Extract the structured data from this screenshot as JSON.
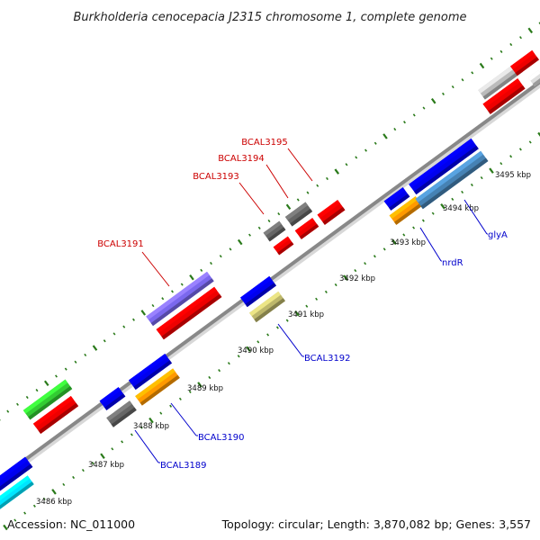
{
  "title": "Burkholderia cenocepacia J2315 chromosome 1, complete genome",
  "footer": {
    "accession": "Accession: NC_011000",
    "stats": "Topology: circular; Length: 3,870,082 bp; Genes: 3,557"
  },
  "colors": {
    "backbone": "#888888",
    "tick": "#2a7a1a",
    "forward_label": "#cc0000",
    "reverse_label": "#0000cc",
    "leader": "#cc0000",
    "leader_reverse": "#0000cc"
  },
  "ticks": [
    {
      "label": "3486 kbp"
    },
    {
      "label": "3487 kbp"
    },
    {
      "label": "3488 kbp"
    },
    {
      "label": "3489 kbp"
    },
    {
      "label": "3490 kbp"
    },
    {
      "label": "3491 kbp"
    },
    {
      "label": "3492 kbp"
    },
    {
      "label": "3493 kbp"
    },
    {
      "label": "3494 kbp"
    },
    {
      "label": "3495 kbp"
    }
  ],
  "features": [
    {
      "color": "#0000ee"
    },
    {
      "color": "#00e5ff"
    },
    {
      "color": "#33cc33"
    },
    {
      "color": "#ee0000"
    },
    {
      "color": "#0000ee"
    },
    {
      "color": "#666666"
    },
    {
      "color": "#0000ee"
    },
    {
      "color": "#ff9900"
    },
    {
      "color": "#7b68ee"
    },
    {
      "color": "#ee0000"
    },
    {
      "color": "#0000ee"
    },
    {
      "color": "#bdb76b"
    },
    {
      "color": "#666666"
    },
    {
      "color": "#ee0000"
    },
    {
      "color": "#666666"
    },
    {
      "color": "#ee0000"
    },
    {
      "color": "#ee0000"
    },
    {
      "color": "#0000ee"
    },
    {
      "color": "#ff9900"
    },
    {
      "color": "#0000ee"
    },
    {
      "color": "#4682b4"
    },
    {
      "color": "#bbbbbb"
    },
    {
      "color": "#ee0000"
    },
    {
      "color": "#ee0000"
    },
    {
      "color": "#dddddd"
    }
  ],
  "gene_labels": [
    {
      "text": "BCAL3191",
      "strand": "forward"
    },
    {
      "text": "BCAL3193",
      "strand": "forward"
    },
    {
      "text": "BCAL3194",
      "strand": "forward"
    },
    {
      "text": "BCAL3195",
      "strand": "forward"
    },
    {
      "text": "BCAL3189",
      "strand": "reverse"
    },
    {
      "text": "BCAL3190",
      "strand": "reverse"
    },
    {
      "text": "BCAL3192",
      "strand": "reverse"
    },
    {
      "text": "nrdR",
      "strand": "reverse"
    },
    {
      "text": "glyA",
      "strand": "reverse"
    }
  ]
}
